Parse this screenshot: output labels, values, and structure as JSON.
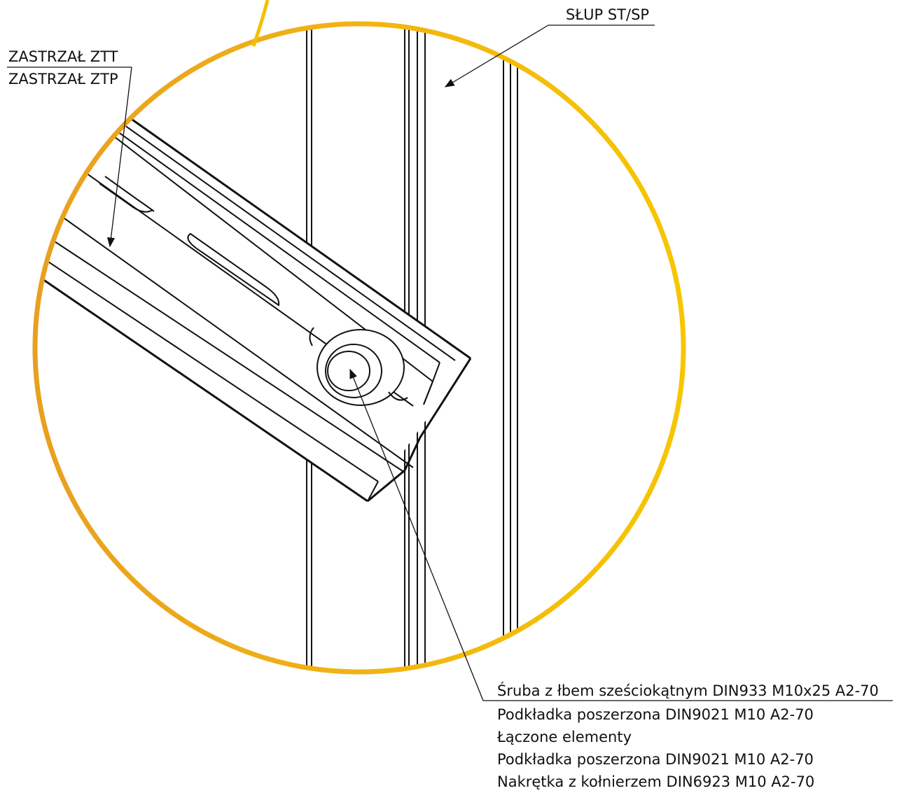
{
  "labels": {
    "strut_1": "ZASTRZAŁ ZTT",
    "strut_2": "ZASTRZAŁ ZTP",
    "post": "SŁUP ST/SP",
    "hardware": [
      "Śruba z łbem sześciokątnym DIN933 M10x25 A2-70",
      "Podkładka poszerzona DIN9021 M10 A2-70",
      "Łączone elementy",
      "Podkładka poszerzona DIN9021 M10 A2-70",
      "Nakrętka z kołnierzem DIN6923 M10 A2-70"
    ]
  },
  "colors": {
    "detail_circle_top": "#F7C600",
    "detail_circle_left": "#E8A020",
    "lines": "#111111",
    "background": "#FFFFFF"
  }
}
